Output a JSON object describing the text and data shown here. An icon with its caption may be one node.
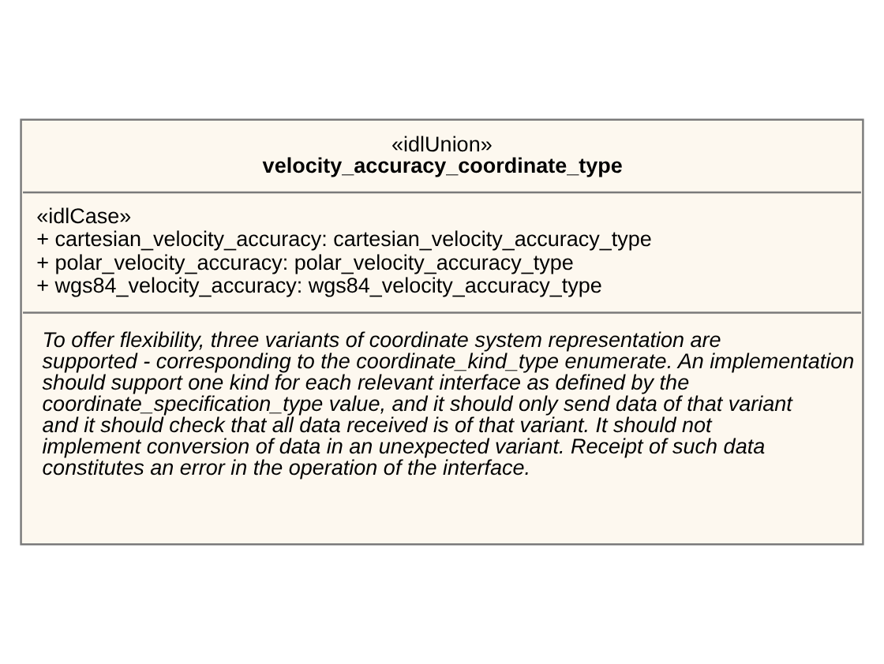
{
  "diagram": {
    "nodes": [
      {
        "text": [
          "«idlUnion»",
          "velocity_accuracy_coordinate_type",
          "«idlCase»",
          "+ cartesian_velocity_accuracy: cartesian_velocity_accuracy_type",
          "+ polar_velocity_accuracy: polar_velocity_accuracy_type",
          "+ wgs84_velocity_accuracy: wgs84_velocity_accuracy_type",
          "To offer flexibility, three variants of coordinate system representation are supported - corresponding to the coordinate_kind_type enumerate. An implementation should support one kind for each relevant interface as defined by the coordinate_specification_type value, and it should only send data of that variant and it should check that all data received is of that variant. It should not implement conversion of data in an unexpected variant. Receipt of such data constitutes an error in the operation of the interface."
        ]
      }
    ],
    "edges": []
  }
}
